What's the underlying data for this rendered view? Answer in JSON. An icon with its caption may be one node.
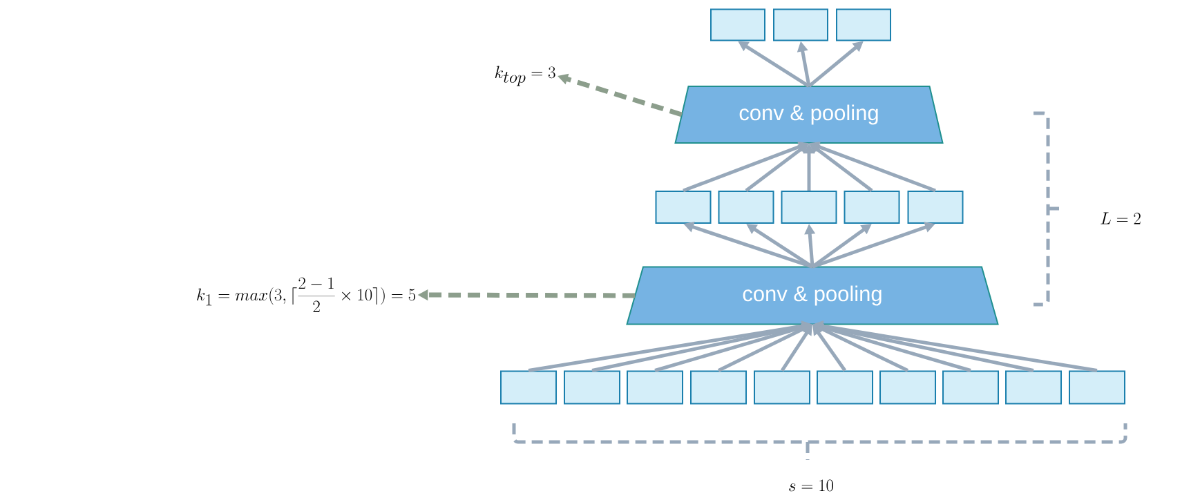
{
  "diagram": {
    "nodes": [
      {
        "text": [],
        "shape": "box"
      },
      {
        "text": [],
        "shape": "box"
      },
      {
        "text": [],
        "shape": "box"
      },
      {
        "text": [
          "k_{top} = 3"
        ]
      },
      {
        "text": [
          "conv & pooling"
        ]
      },
      {
        "text": [],
        "shape": "box"
      },
      {
        "text": [],
        "shape": "box"
      },
      {
        "text": [],
        "shape": "box"
      },
      {
        "text": [],
        "shape": "box"
      },
      {
        "text": [],
        "shape": "box"
      },
      {
        "text": [
          "k_1 = max(3, \\lceil \\frac{2-1}{2} \\times 10 \\rceil) = 5"
        ]
      },
      {
        "text": [
          "conv & pooling"
        ]
      },
      {
        "text": [],
        "shape": "box"
      },
      {
        "text": [],
        "shape": "box"
      },
      {
        "text": [],
        "shape": "box"
      },
      {
        "text": [],
        "shape": "box"
      },
      {
        "text": [],
        "shape": "box"
      },
      {
        "text": [],
        "shape": "box"
      },
      {
        "text": [],
        "shape": "box"
      },
      {
        "text": [],
        "shape": "box"
      },
      {
        "text": [],
        "shape": "box"
      },
      {
        "text": [],
        "shape": "box"
      }
    ],
    "edges": [
      {
        "from": 4,
        "to": 0,
        "arrow": "to"
      },
      {
        "from": 4,
        "to": 1,
        "arrow": "to"
      },
      {
        "from": 4,
        "to": 2,
        "arrow": "to"
      },
      {
        "from": 4,
        "to": 3,
        "arrow": "to",
        "style": "dashed",
        "color": "#8c9e8c"
      },
      {
        "from": 5,
        "to": 4,
        "arrow": "to"
      },
      {
        "from": 6,
        "to": 4,
        "arrow": "to"
      },
      {
        "from": 7,
        "to": 4,
        "arrow": "to"
      },
      {
        "from": 8,
        "to": 4,
        "arrow": "to"
      },
      {
        "from": 9,
        "to": 4,
        "arrow": "to"
      },
      {
        "from": 11,
        "to": 5,
        "arrow": "to"
      },
      {
        "from": 11,
        "to": 6,
        "arrow": "to"
      },
      {
        "from": 11,
        "to": 7,
        "arrow": "to"
      },
      {
        "from": 11,
        "to": 8,
        "arrow": "to"
      },
      {
        "from": 11,
        "to": 9,
        "arrow": "to"
      },
      {
        "from": 11,
        "to": 10,
        "arrow": "to",
        "style": "dashed",
        "color": "#8c9e8c"
      },
      {
        "from": 12,
        "to": 11,
        "arrow": "to"
      },
      {
        "from": 13,
        "to": 11,
        "arrow": "to"
      },
      {
        "from": 14,
        "to": 11,
        "arrow": "to"
      },
      {
        "from": 15,
        "to": 11,
        "arrow": "to"
      },
      {
        "from": 16,
        "to": 11,
        "arrow": "to"
      },
      {
        "from": 17,
        "to": 11,
        "arrow": "to"
      },
      {
        "from": 18,
        "to": 11,
        "arrow": "to"
      },
      {
        "from": 19,
        "to": 11,
        "arrow": "to"
      },
      {
        "from": 20,
        "to": 11,
        "arrow": "to"
      },
      {
        "from": 21,
        "to": 11,
        "arrow": "to"
      }
    ],
    "labels": [
      "L = 2",
      "s = 10"
    ]
  }
}
